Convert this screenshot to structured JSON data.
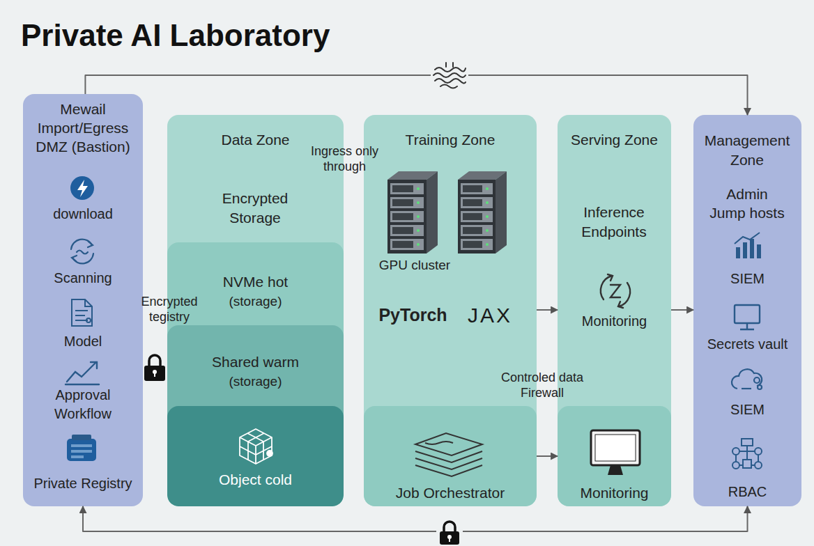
{
  "diagram": {
    "title": "Private AI Laboratory",
    "nodes": [
      {
        "text": [
          "Mewail Import/Egress DMZ (Bastion)",
          "download",
          "Scanning",
          "Model",
          "Approval Workflow",
          "Private Registry"
        ]
      },
      {
        "text": [
          "Data Zone",
          "Encrypted Storage"
        ]
      },
      {
        "text": [
          "NVMe hot",
          "(storage)"
        ],
        "in": 1
      },
      {
        "text": [
          "Shared warm",
          "(storage)"
        ],
        "in": 2
      },
      {
        "text": [
          "Object cold"
        ],
        "in": 3
      },
      {
        "text": [
          "Training Zone",
          "GPU cluster",
          "PyTorch",
          "JAX"
        ]
      },
      {
        "text": [
          "Job Orchestrator"
        ],
        "in": 5
      },
      {
        "text": [
          "Serving Zone",
          "Inference Endpoints",
          "Monitoring"
        ]
      },
      {
        "text": [
          "Monitoring"
        ],
        "in": 7
      },
      {
        "text": [
          "Management Zone",
          "Admin Jump hosts",
          "SIEM",
          "Secrets vault",
          "SIEM",
          "RBAC"
        ]
      }
    ],
    "edges": [
      {
        "from": 0,
        "to": 9,
        "arrow": "to"
      },
      {
        "from": 0,
        "to": 9,
        "arrow": "both"
      },
      {
        "from": 5,
        "to": 7,
        "arrow": "to"
      },
      {
        "from": 7,
        "to": 9,
        "arrow": "to"
      },
      {
        "from": 6,
        "to": 8,
        "arrow": "to"
      }
    ],
    "labels": [
      "Ingress only through",
      "Encrypted tegistry",
      "Controled data Firewall"
    ]
  }
}
